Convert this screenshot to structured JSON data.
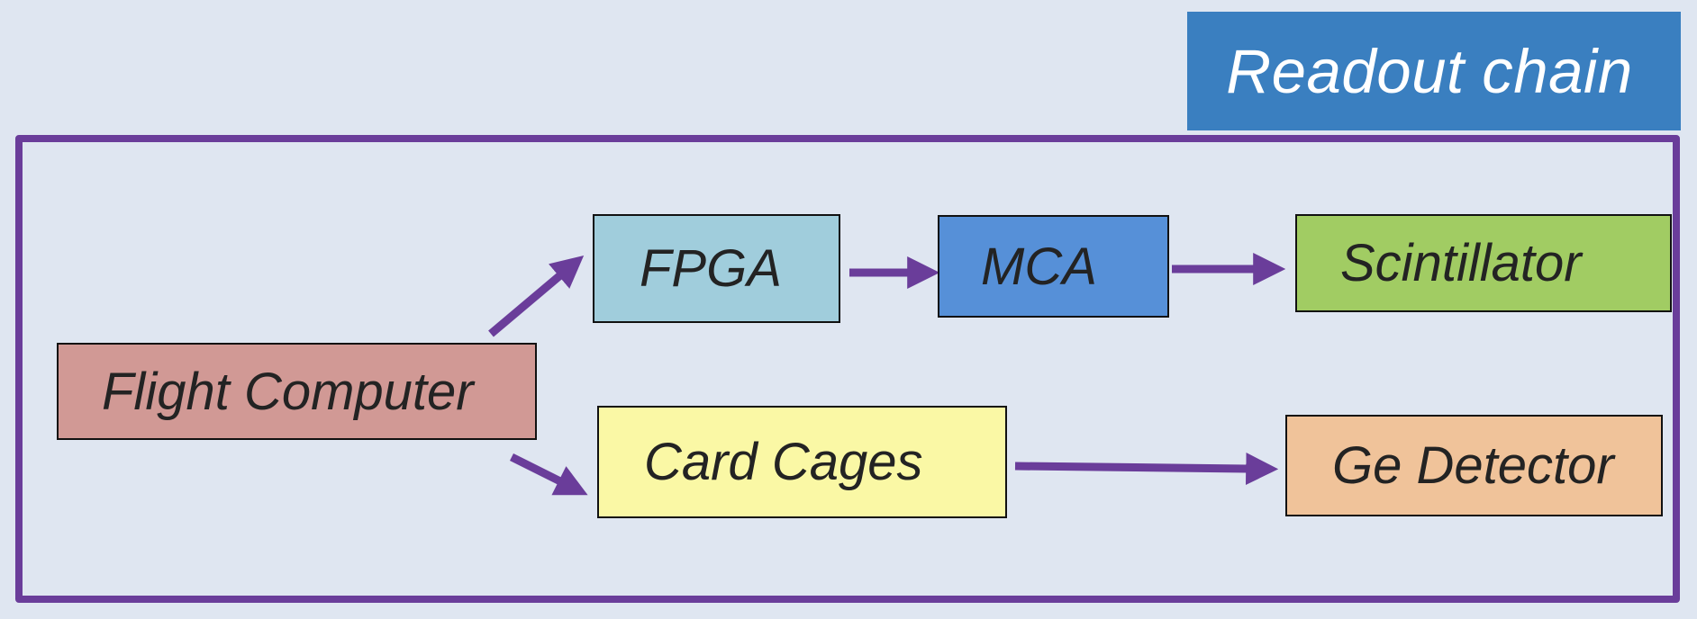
{
  "title": "Readout chain",
  "nodes": {
    "flight_computer": "Flight Computer",
    "fpga": "FPGA",
    "mca": "MCA",
    "scintillator": "Scintillator",
    "card_cages": "Card Cages",
    "ge_detector": "Ge Detector"
  },
  "edges": [
    {
      "from": "Flight Computer",
      "to": "FPGA"
    },
    {
      "from": "Flight Computer",
      "to": "Card Cages"
    },
    {
      "from": "FPGA",
      "to": "MCA"
    },
    {
      "from": "MCA",
      "to": "Scintillator"
    },
    {
      "from": "Card Cages",
      "to": "Ge Detector"
    }
  ],
  "colors": {
    "background": "#dfe6f1",
    "title_bg": "#3a7fc0",
    "frame": "#6a3d9a",
    "arrow": "#6a3d9a",
    "flight_computer": "#d19995",
    "fpga": "#a0cddc",
    "mca": "#5690d8",
    "scintillator": "#a1cc63",
    "card_cages": "#faf8a5",
    "ge_detector": "#f0c39a"
  }
}
